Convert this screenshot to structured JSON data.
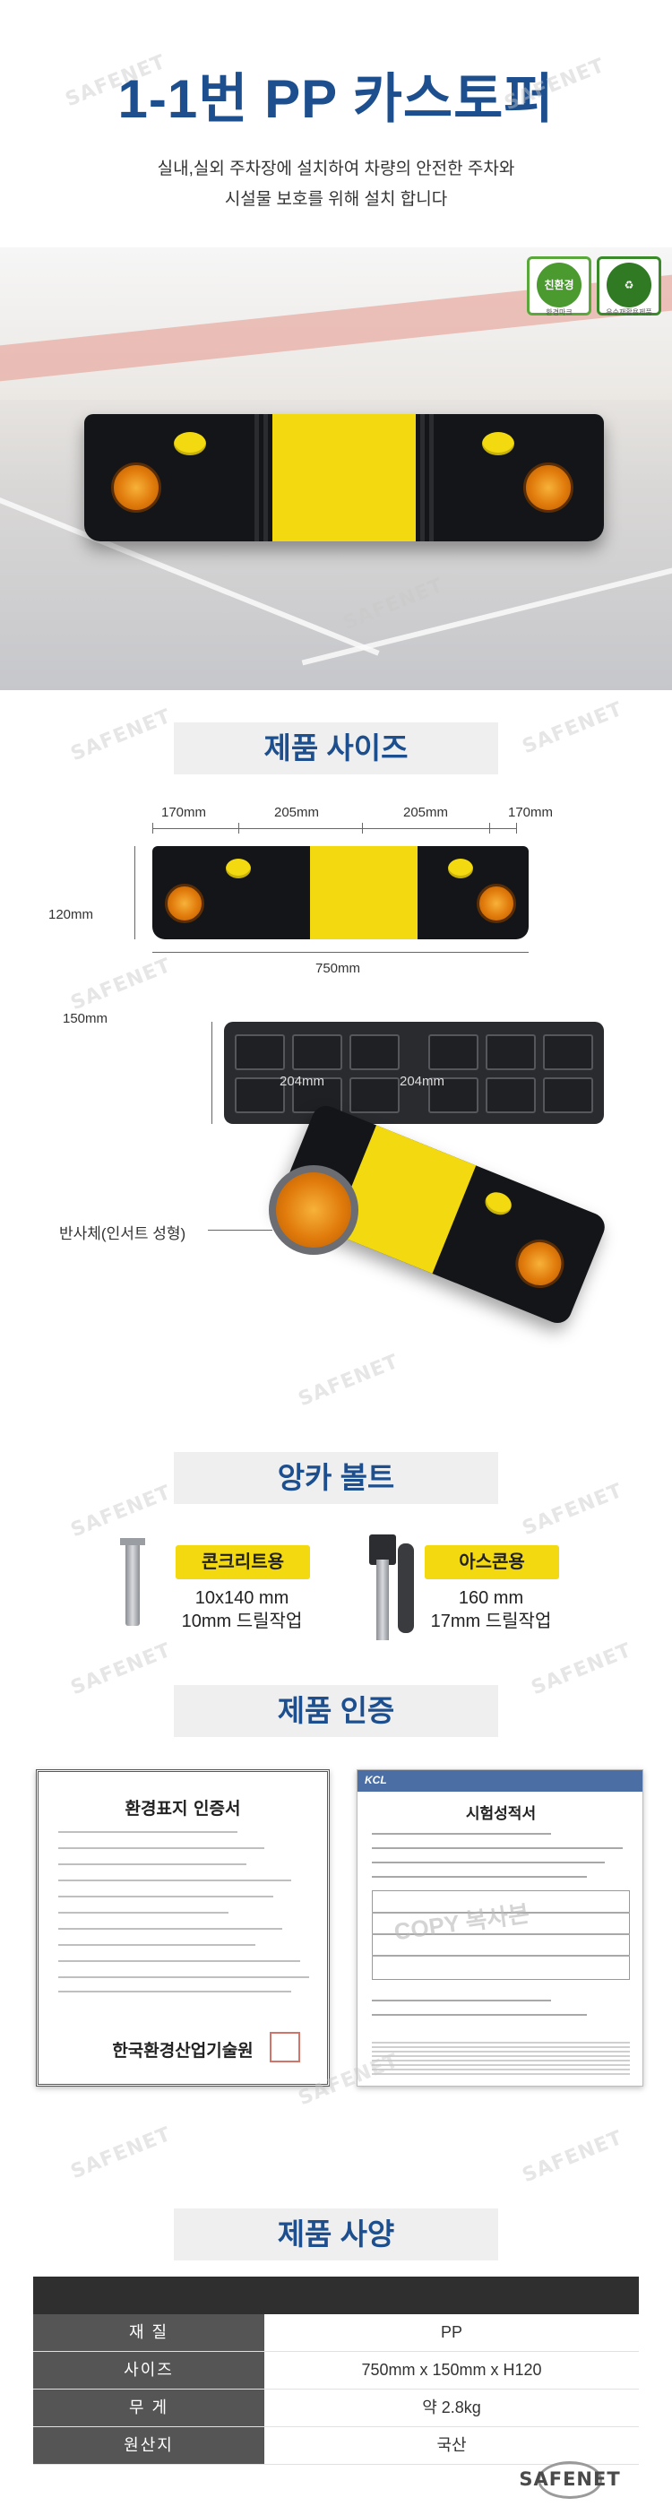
{
  "header": {
    "title": "1-1번 PP 카스토퍼",
    "intro_line1": "실내,실외 주차장에 설치하여 차량의 안전한 주차와",
    "intro_line2": "시설물 보호를 위해 설치 합니다"
  },
  "hero": {
    "badge_left_main": "친환경",
    "badge_left_sub": "환경마크",
    "badge_right_sub": "우수재활용제품"
  },
  "watermark": "SAFENET",
  "sections": {
    "size": "제품 사이즈",
    "anchor": "앙카 볼트",
    "cert": "제품 인증",
    "spec": "제품 사양"
  },
  "size_diagram": {
    "seg1": "170mm",
    "seg2": "205mm",
    "seg3": "205mm",
    "seg4": "170mm",
    "height": "120mm",
    "length": "750mm",
    "width": "150mm",
    "bottom_left": "204mm",
    "bottom_right": "204mm",
    "reflector_label": "반사체(인서트 성형)"
  },
  "anchor": {
    "concrete": {
      "label": "콘크리트용",
      "line1": "10x140 mm",
      "line2": "10mm 드릴작업"
    },
    "asphalt": {
      "label": "아스콘용",
      "line1": "160 mm",
      "line2": "17mm 드릴작업"
    }
  },
  "certs": {
    "left_title": "환경표지 인증서",
    "left_footer": "한국환경산업기술원",
    "right_logo": "KCL",
    "right_title": "시험성적서",
    "right_watermark": "COPY 복사본"
  },
  "spec_table": [
    {
      "key": "재 질",
      "value": "PP"
    },
    {
      "key": "사이즈",
      "value": "750mm x 150mm x H120"
    },
    {
      "key": "무 게",
      "value": "약 2.8kg"
    },
    {
      "key": "원산지",
      "value": "국산"
    }
  ],
  "footer_logo": "SAFENET"
}
